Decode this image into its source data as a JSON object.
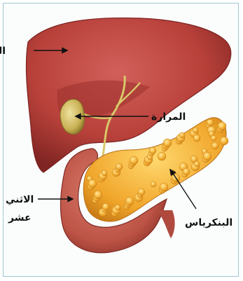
{
  "labels": {
    "liver": "الكبد",
    "gallbladder": "المرارة",
    "duodenum_line1": "الاثني",
    "duodenum_line2": "عشر",
    "pancreas": "البنكرياس"
  },
  "colors": {
    "liver": "#b8413a",
    "liver_dark": "#8d2a27",
    "gallbladder": "#c9b255",
    "bile_duct": "#d9c86a",
    "pancreas": "#f1a92c",
    "pancreas_light": "#fcd56a",
    "duodenum": "#c05a4c",
    "frame": "#9ec7cf"
  }
}
